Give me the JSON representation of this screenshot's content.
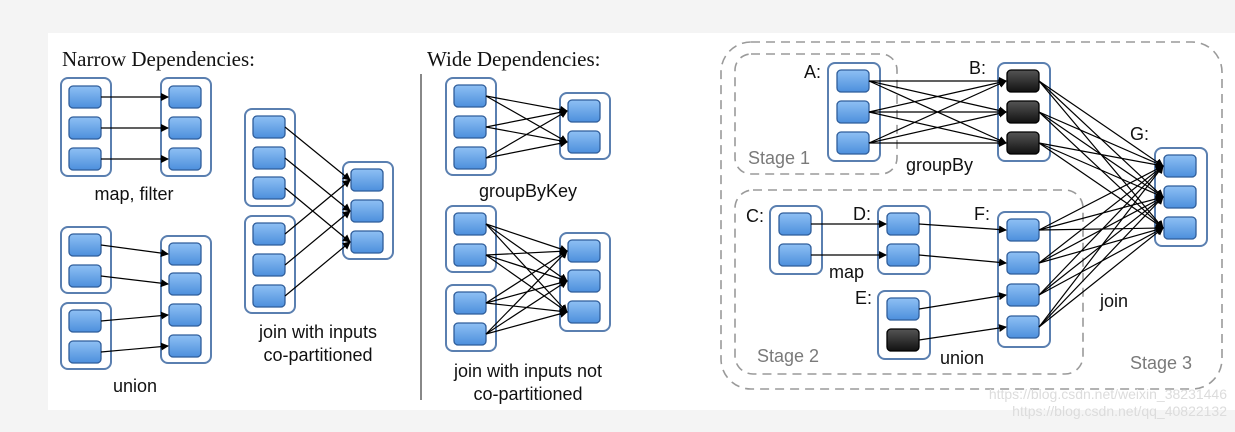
{
  "narrow": {
    "heading": "Narrow Dependencies:",
    "map_filter_label": "map, filter",
    "union_label": "union",
    "join_label_line1": "join with inputs",
    "join_label_line2": "co-partitioned"
  },
  "wide": {
    "heading": "Wide Dependencies:",
    "groupbykey_label": "groupByKey",
    "join_label_line1": "join with inputs not",
    "join_label_line2": "co-partitioned"
  },
  "stages": {
    "rdd_a": "A:",
    "rdd_b": "B:",
    "rdd_c": "C:",
    "rdd_d": "D:",
    "rdd_e": "E:",
    "rdd_f": "F:",
    "rdd_g": "G:",
    "groupby_label": "groupBy",
    "map_label": "map",
    "union_label": "union",
    "join_label": "join",
    "stage1": "Stage 1",
    "stage2": "Stage 2",
    "stage3": "Stage 3"
  },
  "colors": {
    "partition_fill": "#5c9ee6",
    "partition_stroke": "#2f5d9a",
    "dark_partition": "#2b2b2b",
    "rdd_border": "#5a7fb0",
    "stage_border": "#9a9a9a",
    "arrow": "#000000"
  },
  "watermark": {
    "line1": "https://blog.csdn.net/weixin_38231446",
    "line2": "https://blog.csdn.net/qq_40822132"
  }
}
